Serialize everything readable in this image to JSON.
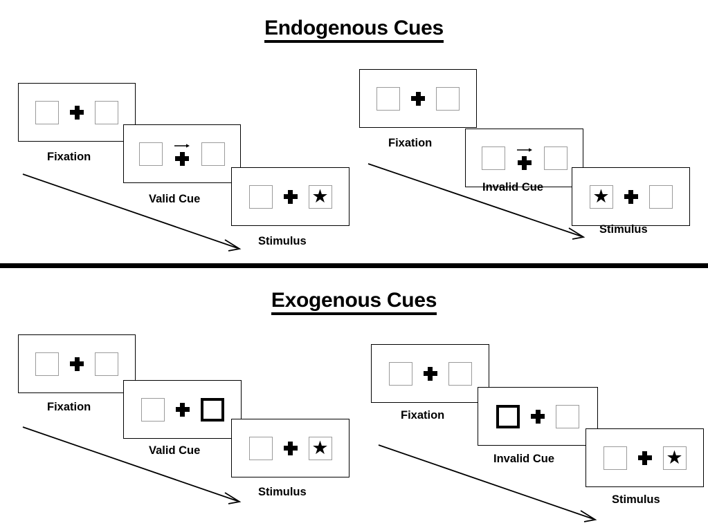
{
  "page": {
    "background": "#ffffff",
    "ink": "#000000",
    "box_outline_color": "#9a9a9a",
    "cued_box_color": "#000000"
  },
  "sections": [
    {
      "id": "endogenous",
      "title": "Endogenous Cues",
      "panels": [
        {
          "id": "endogenous-valid",
          "validity": "valid",
          "frames": [
            {
              "stage_label": "Fixation",
              "center": "cross",
              "left_box": {
                "cued": false,
                "star": false
              },
              "right_box": {
                "cued": false,
                "star": false
              }
            },
            {
              "stage_label": "Valid Cue",
              "center": "arrow-right-over-cross",
              "left_box": {
                "cued": false,
                "star": false
              },
              "right_box": {
                "cued": false,
                "star": false
              }
            },
            {
              "stage_label": "Stimulus",
              "center": "cross",
              "left_box": {
                "cued": false,
                "star": false
              },
              "right_box": {
                "cued": false,
                "star": true
              }
            }
          ]
        },
        {
          "id": "endogenous-invalid",
          "validity": "invalid",
          "frames": [
            {
              "stage_label": "Fixation",
              "center": "cross",
              "left_box": {
                "cued": false,
                "star": false
              },
              "right_box": {
                "cued": false,
                "star": false
              }
            },
            {
              "stage_label": "Invalid Cue",
              "center": "arrow-right-over-cross",
              "left_box": {
                "cued": false,
                "star": false
              },
              "right_box": {
                "cued": false,
                "star": false
              }
            },
            {
              "stage_label": "Stimulus",
              "center": "cross",
              "left_box": {
                "cued": false,
                "star": true
              },
              "right_box": {
                "cued": false,
                "star": false
              }
            }
          ]
        }
      ]
    },
    {
      "id": "exogenous",
      "title": "Exogenous Cues",
      "panels": [
        {
          "id": "exogenous-valid",
          "validity": "valid",
          "frames": [
            {
              "stage_label": "Fixation",
              "center": "cross",
              "left_box": {
                "cued": false,
                "star": false
              },
              "right_box": {
                "cued": false,
                "star": false
              }
            },
            {
              "stage_label": "Valid Cue",
              "center": "cross",
              "left_box": {
                "cued": false,
                "star": false
              },
              "right_box": {
                "cued": true,
                "star": false
              }
            },
            {
              "stage_label": "Stimulus",
              "center": "cross",
              "left_box": {
                "cued": false,
                "star": false
              },
              "right_box": {
                "cued": false,
                "star": true
              }
            }
          ]
        },
        {
          "id": "exogenous-invalid",
          "validity": "invalid",
          "frames": [
            {
              "stage_label": "Fixation",
              "center": "cross",
              "left_box": {
                "cued": false,
                "star": false
              },
              "right_box": {
                "cued": false,
                "star": false
              }
            },
            {
              "stage_label": "Invalid Cue",
              "center": "cross",
              "left_box": {
                "cued": true,
                "star": false
              },
              "right_box": {
                "cued": false,
                "star": false
              }
            },
            {
              "stage_label": "Stimulus",
              "center": "cross",
              "left_box": {
                "cued": false,
                "star": false
              },
              "right_box": {
                "cued": false,
                "star": true
              }
            }
          ]
        }
      ]
    }
  ],
  "icons": {
    "star": "★",
    "fixation_cross": "fixation-cross-icon",
    "arrow_cue": "arrow-right-cue-icon",
    "sequence_arrow": "time-sequence-arrow-icon"
  }
}
